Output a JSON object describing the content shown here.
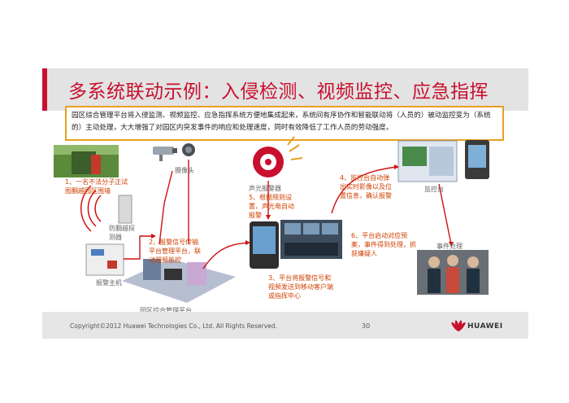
{
  "slide": {
    "title": "多系统联动示例：入侵检测、视频监控、应急指挥",
    "description": "园区综合管理平台将入侵监测、视频监控、应急指挥系统方便地集成起来，系统间有序协作和智能联动将（人员的）被动监控变为（系统的）主动处理，大大增强了对园区内突发事件的响应和处理速度，同时有效降低了工作人员的劳动强度。"
  },
  "diagram": {
    "camera_label": "摄像头",
    "step1": "1、一名不法分子正试图翻越园区围墙",
    "sensor_label": "防翻越探测器",
    "alarm_host_label": "报警主机",
    "step2": "2、报警信号传输平台管理平台，联动视频监控",
    "platform_label": "园区综合管理平台",
    "siren_label": "声光报警器",
    "step5": "5、根据规则设置，声光电自动报警",
    "step4": "4、监控台自动弹出实时影像以及位置信息，确认报警",
    "console_label": "监控台",
    "step6": "6、平台启动对应预案，事件得到处理，抓获嫌疑人",
    "incident_label": "事件处理",
    "step3": "3、平台将报警信号和视频发送到移动客户端或指挥中心"
  },
  "footer": {
    "copyright": "Copyright©2012 Huawei Technologies Co., Ltd. All Rights Reserved.",
    "page": "30",
    "brand": "HUAWEI"
  },
  "colors": {
    "accent": "#c8102e",
    "highlight_border": "#e8a020",
    "annotation": "#d04000"
  }
}
